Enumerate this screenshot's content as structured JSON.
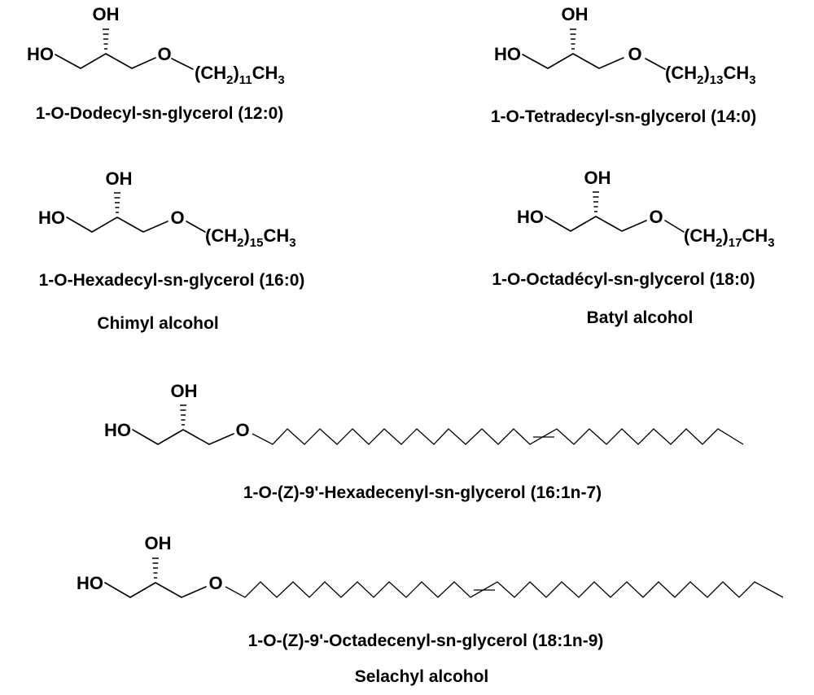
{
  "structures": [
    {
      "id": "c12",
      "labels": {
        "oh_top": "OH",
        "ho": "HO",
        "o": "O",
        "chain_a": "(CH",
        "chain_sub1": "2",
        "chain_b": ")",
        "chain_sub2": "11",
        "chain_c": "CH",
        "chain_sub3": "3"
      },
      "caption": "1-O-Dodecyl-sn-glycerol (12:0)"
    },
    {
      "id": "c14",
      "labels": {
        "oh_top": "OH",
        "ho": "HO",
        "o": "O",
        "chain_a": "(CH",
        "chain_sub1": "2",
        "chain_b": ")",
        "chain_sub2": "13",
        "chain_c": "CH",
        "chain_sub3": "3"
      },
      "caption": "1-O-Tetradecyl-sn-glycerol (14:0)"
    },
    {
      "id": "c16",
      "labels": {
        "oh_top": "OH",
        "ho": "HO",
        "o": "O",
        "chain_a": "(CH",
        "chain_sub1": "2",
        "chain_b": ")",
        "chain_sub2": "15",
        "chain_c": "CH",
        "chain_sub3": "3"
      },
      "caption": "1-O-Hexadecyl-sn-glycerol (16:0)",
      "common_name": "Chimyl alcohol"
    },
    {
      "id": "c18",
      "labels": {
        "oh_top": "OH",
        "ho": "HO",
        "o": "O",
        "chain_a": "(CH",
        "chain_sub1": "2",
        "chain_b": ")",
        "chain_sub2": "17",
        "chain_c": "CH",
        "chain_sub3": "3"
      },
      "caption": "1-O-Octadécyl-sn-glycerol (18:0)",
      "common_name": "Batyl alcohol"
    },
    {
      "id": "c16_1",
      "labels": {
        "oh_top": "OH",
        "ho": "HO",
        "o": "O"
      },
      "caption": "1-O-(Z)-9'-Hexadecenyl-sn-glycerol (16:1n-7)"
    },
    {
      "id": "c18_1",
      "labels": {
        "oh_top": "OH",
        "ho": "HO",
        "o": "O"
      },
      "caption": "1-O-(Z)-9'-Octadecenyl-sn-glycerol (18:1n-9)",
      "common_name": "Selachyl alcohol"
    }
  ]
}
